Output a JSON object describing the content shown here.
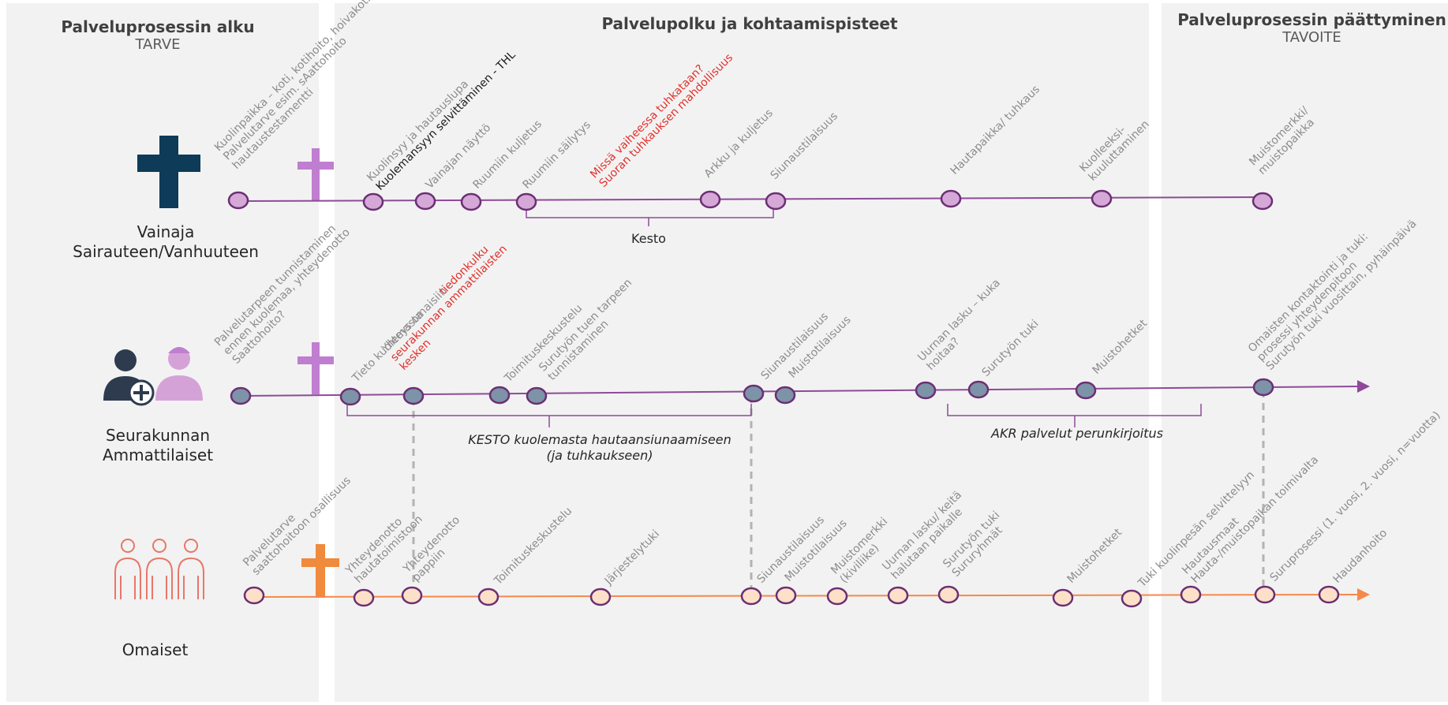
{
  "headers": {
    "start": {
      "title": "Palveluprosessin alku",
      "subtitle": "TARVE"
    },
    "middle": {
      "title": "Palvelupolku ja  kohtaamispisteet"
    },
    "end": {
      "title": "Palveluprosessin päättyminen",
      "subtitle": "TAVOITE"
    }
  },
  "actors": {
    "deceased": {
      "line1": "Vainaja",
      "line2": "Sairauteen/Vanhuuteen"
    },
    "staff": {
      "line1": "Seurakunnan",
      "line2": "Ammattilaiset"
    },
    "relatives": {
      "line1": "Omaiset"
    }
  },
  "colors": {
    "purple": "#8e4a99",
    "purple_fill": "#d5a8d8",
    "orange": "#f5894a",
    "orange_fill": "#fde0c8",
    "steel_fill": "#7d93a8",
    "cross_lilac": "#c07ed0",
    "cross_orange": "#f08a3c",
    "navy": "#0d3b58",
    "red_text": "#e0302a"
  },
  "icons": [
    "large-cross-icon",
    "small-cross-icon",
    "staff-people-icon",
    "relatives-people-icon"
  ],
  "lanes": {
    "deceased": {
      "labels": [
        {
          "lines": [
            "Kuolinpaikka – koti, kotihoito, hoivakoti",
            "Palvelutarve  esim. sAattohoito",
            "hautaustestamentti"
          ],
          "tone": "grey"
        },
        {
          "lines": [
            "Kuolinsyy ja hautauslupa"
          ],
          "tone": "grey"
        },
        {
          "lines": [
            "Kuolemansyyn selvittäminen - THL"
          ],
          "tone": "black"
        },
        {
          "lines": [
            "Vainajan näyttö"
          ],
          "tone": "grey"
        },
        {
          "lines": [
            "Ruumiin kuljetus"
          ],
          "tone": "grey"
        },
        {
          "lines": [
            "Ruumiin säilytys"
          ],
          "tone": "grey"
        },
        {
          "lines": [
            "Missä vaiheessa tuhkataan?",
            "Suoran tuhkauksen mahdollisuus"
          ],
          "tone": "red"
        },
        {
          "lines": [
            "Arkku ja kuljetus"
          ],
          "tone": "grey"
        },
        {
          "lines": [
            "Siunaustilaisuus"
          ],
          "tone": "grey"
        },
        {
          "lines": [
            "Hautapaikka/ tuhkaus"
          ],
          "tone": "grey"
        },
        {
          "lines": [
            "Kuolleeksi-",
            "kuuluttaminen"
          ],
          "tone": "grey"
        },
        {
          "lines": [
            "Muistomerkki/",
            "muistopaikka"
          ],
          "tone": "grey"
        }
      ],
      "brace_label": "Kesto"
    },
    "staff": {
      "labels": [
        {
          "lines": [
            "Palvelutarpeen tunnistaminen",
            "ennen kuolemaa, yhteydenotto",
            "Saattohoito?"
          ],
          "tone": "grey"
        },
        {
          "lines": [
            "Tieto kuolemasta"
          ],
          "tone": "grey"
        },
        {
          "lines": [
            "Yhteys omaisiin –",
            "seurakunnan ammattilaisten",
            "kesken"
          ],
          "tone": "grey",
          "red_lines": [
            "tiedonkulku",
            "seurakunnan ammattilaisten",
            "kesken"
          ]
        },
        {
          "lines": [
            "Toimituskeskustelu"
          ],
          "tone": "grey"
        },
        {
          "lines": [
            "Surutyön tuen tarpeen",
            "tunnistaminen"
          ],
          "tone": "grey"
        },
        {
          "lines": [
            "Siunaustilaisuus"
          ],
          "tone": "grey"
        },
        {
          "lines": [
            "Muistotilaisuus"
          ],
          "tone": "grey"
        },
        {
          "lines": [
            "Uurnan lasku – kuka",
            "hoitaa?"
          ],
          "tone": "grey"
        },
        {
          "lines": [
            "Surutyön tuki"
          ],
          "tone": "grey"
        },
        {
          "lines": [
            "Muistohetket"
          ],
          "tone": "grey"
        },
        {
          "lines": [
            "Omaisten kontaktointi ja tuki:",
            "prosessi yhteydenpitoon",
            "Surutyön tuki vuosittain, pyhäinpäivä"
          ],
          "tone": "grey"
        }
      ],
      "brace1_label": [
        "KESTO kuolemasta hautaansiunaamiseen",
        "(ja tuhkaukseen)"
      ],
      "brace2_label": "AKR palvelut perunkirjoitus"
    },
    "relatives": {
      "labels": [
        {
          "lines": [
            "Palvelutarve",
            "saattohoitoon osallisuus"
          ],
          "tone": "grey"
        },
        {
          "lines": [
            "Yhteydenotto",
            "hautatoimistoon"
          ],
          "tone": "grey"
        },
        {
          "lines": [
            "Yhteydenotto",
            "pappiin"
          ],
          "tone": "grey"
        },
        {
          "lines": [
            "Toimituskeskustelu"
          ],
          "tone": "grey"
        },
        {
          "lines": [
            "Järjestelytuki"
          ],
          "tone": "grey"
        },
        {
          "lines": [
            "Siunaustilaisuus"
          ],
          "tone": "grey"
        },
        {
          "lines": [
            "Muistotilaisuus"
          ],
          "tone": "grey"
        },
        {
          "lines": [
            "Muistomerkki",
            "(kiviliike)"
          ],
          "tone": "grey"
        },
        {
          "lines": [
            "Uurnan lasku/ keitä",
            "halutaan paikalle"
          ],
          "tone": "grey"
        },
        {
          "lines": [
            "Surutyön tuki",
            "Sururyhmät"
          ],
          "tone": "grey"
        },
        {
          "lines": [
            "Muistohetket"
          ],
          "tone": "grey"
        },
        {
          "lines": [
            "Tuki kuolinpesän selvittelyyn"
          ],
          "tone": "grey"
        },
        {
          "lines": [
            "Hautausmaat",
            "Hauta-/muistopaikan toimivalta"
          ],
          "tone": "grey"
        },
        {
          "lines": [
            "Suruprosessi (1. vuosi, 2. vuosi, n=vuotta)"
          ],
          "tone": "grey"
        },
        {
          "lines": [
            "Haudanhoito"
          ],
          "tone": "grey"
        }
      ]
    }
  }
}
